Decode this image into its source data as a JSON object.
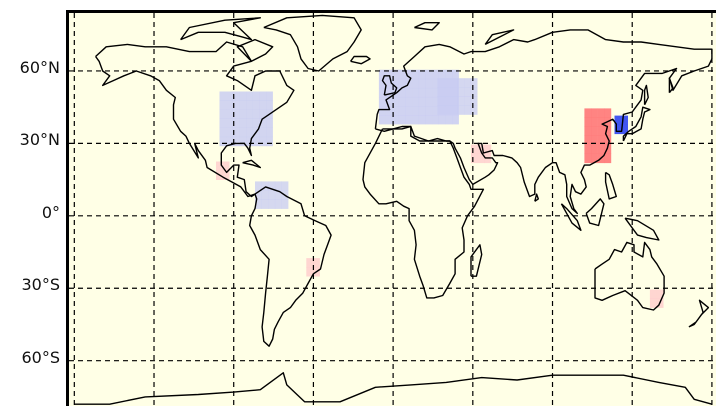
{
  "map": {
    "lat_labels": [
      {
        "lat": 60,
        "text": "60°N"
      },
      {
        "lat": 30,
        "text": "30°N"
      },
      {
        "lat": 0,
        "text": "0°"
      },
      {
        "lat": -30,
        "text": "30°S"
      },
      {
        "lat": -60,
        "text": "60°S"
      }
    ],
    "gridlines": {
      "meridians_every_deg": 45,
      "parallels_every_deg": 30,
      "style": "dashed"
    },
    "colors": {
      "ocean": "#ffffe6",
      "coast": "#000000",
      "positive_light": "#ffcccc",
      "positive_strong": "#ff7a7a",
      "negative_light": "#c8ccf2",
      "negative_strong": "#3a4ff0"
    },
    "anomaly_regions": [
      {
        "name": "eastern-usa",
        "sign": "negative",
        "lon": [
          -98,
          -68
        ],
        "lat": [
          29,
          48
        ],
        "intensity": 0.55
      },
      {
        "name": "western-europe",
        "sign": "negative",
        "lon": [
          -8,
          35
        ],
        "lat": [
          38,
          60
        ],
        "intensity": 0.65
      },
      {
        "name": "eastern-europe",
        "sign": "negative",
        "lon": [
          25,
          45
        ],
        "lat": [
          42,
          56
        ],
        "intensity": 0.45
      },
      {
        "name": "northern-south-america",
        "sign": "negative",
        "lon": [
          -78,
          -62
        ],
        "lat": [
          3,
          12
        ],
        "intensity": 0.4
      },
      {
        "name": "east-china",
        "sign": "positive",
        "lon": [
          108,
          122
        ],
        "lat": [
          22,
          42
        ],
        "intensity": 0.8
      },
      {
        "name": "korea-japan",
        "sign": "negative",
        "lon": [
          125,
          132
        ],
        "lat": [
          34,
          39
        ],
        "intensity": 0.9
      },
      {
        "name": "arabia",
        "sign": "positive",
        "lon": [
          44,
          52
        ],
        "lat": [
          22,
          28
        ],
        "intensity": 0.45
      },
      {
        "name": "southern-brazil",
        "sign": "positive",
        "lon": [
          -49,
          -43
        ],
        "lat": [
          -25,
          -20
        ],
        "intensity": 0.5
      },
      {
        "name": "southeast-australia",
        "sign": "positive",
        "lon": [
          145,
          151
        ],
        "lat": [
          -38,
          -33
        ],
        "intensity": 0.5
      },
      {
        "name": "central-america",
        "sign": "positive",
        "lon": [
          -100,
          -94
        ],
        "lat": [
          15,
          19
        ],
        "intensity": 0.45
      }
    ]
  }
}
